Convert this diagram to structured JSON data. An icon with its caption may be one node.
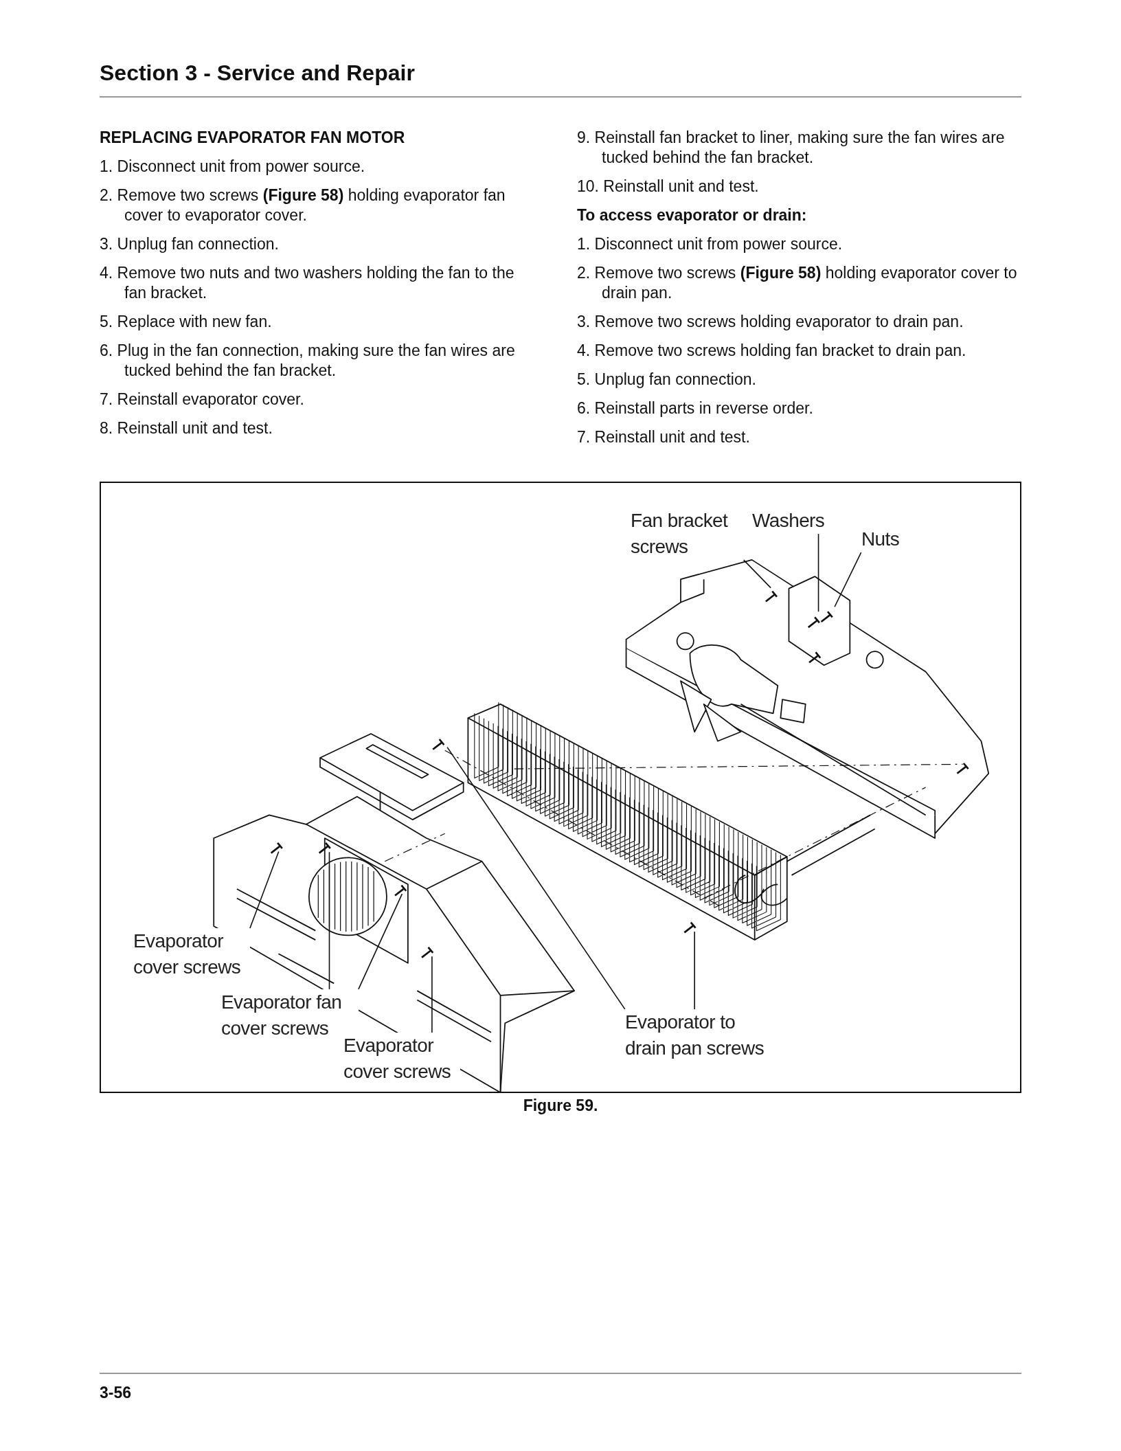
{
  "diagram": {
    "title": "Section 3 - Service and Repair",
    "caption": "Figure 59.",
    "nodes": [
      {
        "text": [
          "Fan bracket screws"
        ]
      },
      {
        "text": [
          "Washers"
        ]
      },
      {
        "text": [
          "Nuts"
        ]
      },
      {
        "text": [
          "Evaporator cover screws"
        ]
      },
      {
        "text": [
          "Evaporator fan cover screws"
        ]
      },
      {
        "text": [
          "Evaporator cover screws"
        ]
      },
      {
        "text": [
          "Evaporator to drain pan screws"
        ]
      }
    ],
    "edges": [
      {
        "from": 0,
        "to": null,
        "arrow": "none"
      },
      {
        "from": 1,
        "to": null,
        "arrow": "none"
      },
      {
        "from": 2,
        "to": null,
        "arrow": "none"
      },
      {
        "from": 3,
        "to": null,
        "arrow": "none"
      },
      {
        "from": 4,
        "to": null,
        "arrow": "none"
      },
      {
        "from": 4,
        "to": null,
        "arrow": "none"
      },
      {
        "from": 5,
        "to": null,
        "arrow": "none"
      },
      {
        "from": 6,
        "to": null,
        "arrow": "none"
      },
      {
        "from": 6,
        "to": null,
        "arrow": "none"
      }
    ],
    "labels": [
      "REPLACING EVAPORATOR FAN MOTOR",
      "1. Disconnect unit from power source.",
      "2. Remove two screws **(Figure 58)** holding evaporator fan cover to evaporator cover.",
      "3. Unplug fan connection.",
      "4. Remove two nuts and two washers holding the fan to the fan bracket.",
      "5. Replace with new fan.",
      "6. Plug in the fan connection, making sure the fan wires are tucked behind the fan bracket.",
      "7. Reinstall evaporator cover.",
      "8. Reinstall unit and test.",
      "9. Reinstall fan bracket to liner, making sure the fan wires are tucked behind the fan bracket.",
      "10. Reinstall unit and test.",
      "To access evaporator or drain:",
      "1. Disconnect unit from power source.",
      "2. Remove two screws **(Figure 58)** holding evaporator cover to drain pan.",
      "3. Remove two screws holding evaporator to drain pan.",
      "4. Remove two screws holding fan bracket to drain pan.",
      "5. Unplug fan connection.",
      "6. Reinstall parts in reverse order.",
      "7. Reinstall unit and test.",
      "3-56"
    ]
  }
}
